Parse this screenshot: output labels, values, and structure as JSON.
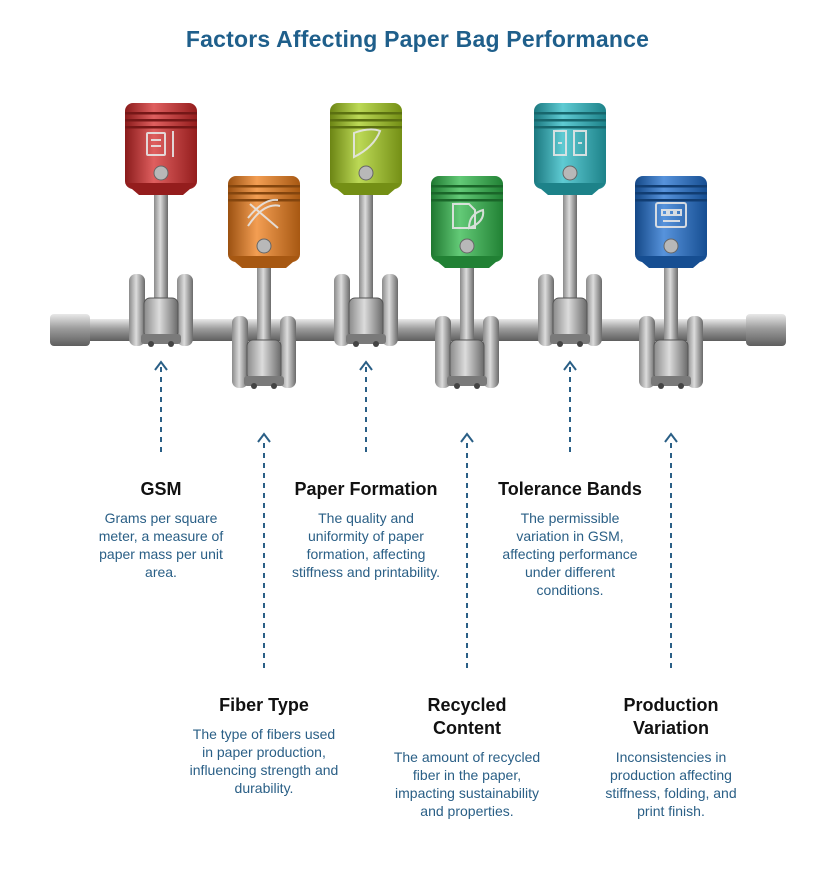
{
  "title": "Factors Affecting Paper Bag Performance",
  "colors": {
    "title": "#1f5f8b",
    "description": "#2a5f86",
    "arrow": "#2a5f86",
    "pistons": [
      "#d42a2a",
      "#ef7d1a",
      "#a6cc1e",
      "#2fb84a",
      "#2ab9c4",
      "#1f6fd0"
    ]
  },
  "factors": [
    {
      "name": "GSM",
      "icon": "document-ruler-icon",
      "description": "Grams per square meter, a measure of paper mass per unit area."
    },
    {
      "name": "Fiber Type",
      "icon": "fiber-strands-icon",
      "description": "The type of fibers used in paper production, influencing strength and durability."
    },
    {
      "name": "Paper Formation",
      "icon": "paper-sheet-icon",
      "description": "The quality and uniformity of paper formation, affecting stiffness and printability."
    },
    {
      "name": "Recycled Content",
      "icon": "recycled-document-leaf-icon",
      "description": "The amount of recycled fiber in the paper, impacting sustainability and properties."
    },
    {
      "name": "Tolerance Bands",
      "icon": "tolerance-bands-icon",
      "description": "The permissible variation in GSM, affecting performance under different conditions."
    },
    {
      "name": "Production Variation",
      "icon": "production-grid-icon",
      "description": "Inconsistencies in production affecting stiffness, folding, and print finish."
    }
  ]
}
